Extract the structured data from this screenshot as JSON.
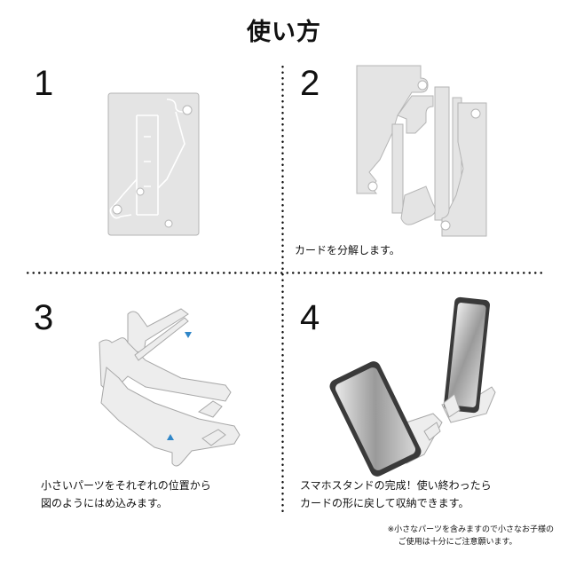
{
  "title": "使い方",
  "steps": [
    {
      "number": "1",
      "lines": []
    },
    {
      "number": "2",
      "lines": [
        "カードを分解します。"
      ]
    },
    {
      "number": "3",
      "lines": [
        "小さいパーツをそれぞれの位置から",
        "図のようにはめ込みます。"
      ]
    },
    {
      "number": "4",
      "lines": [
        "スマホスタンドの完成！使い終わったら",
        "カードの形に戻して収納できます。"
      ]
    }
  ],
  "note": {
    "line1": "※小さなパーツを含みますので小さなお子様の",
    "line2": "ご使用は十分にご注意願います。"
  },
  "colors": {
    "marker": "#2f86c8",
    "card": "#e4e4e4"
  }
}
